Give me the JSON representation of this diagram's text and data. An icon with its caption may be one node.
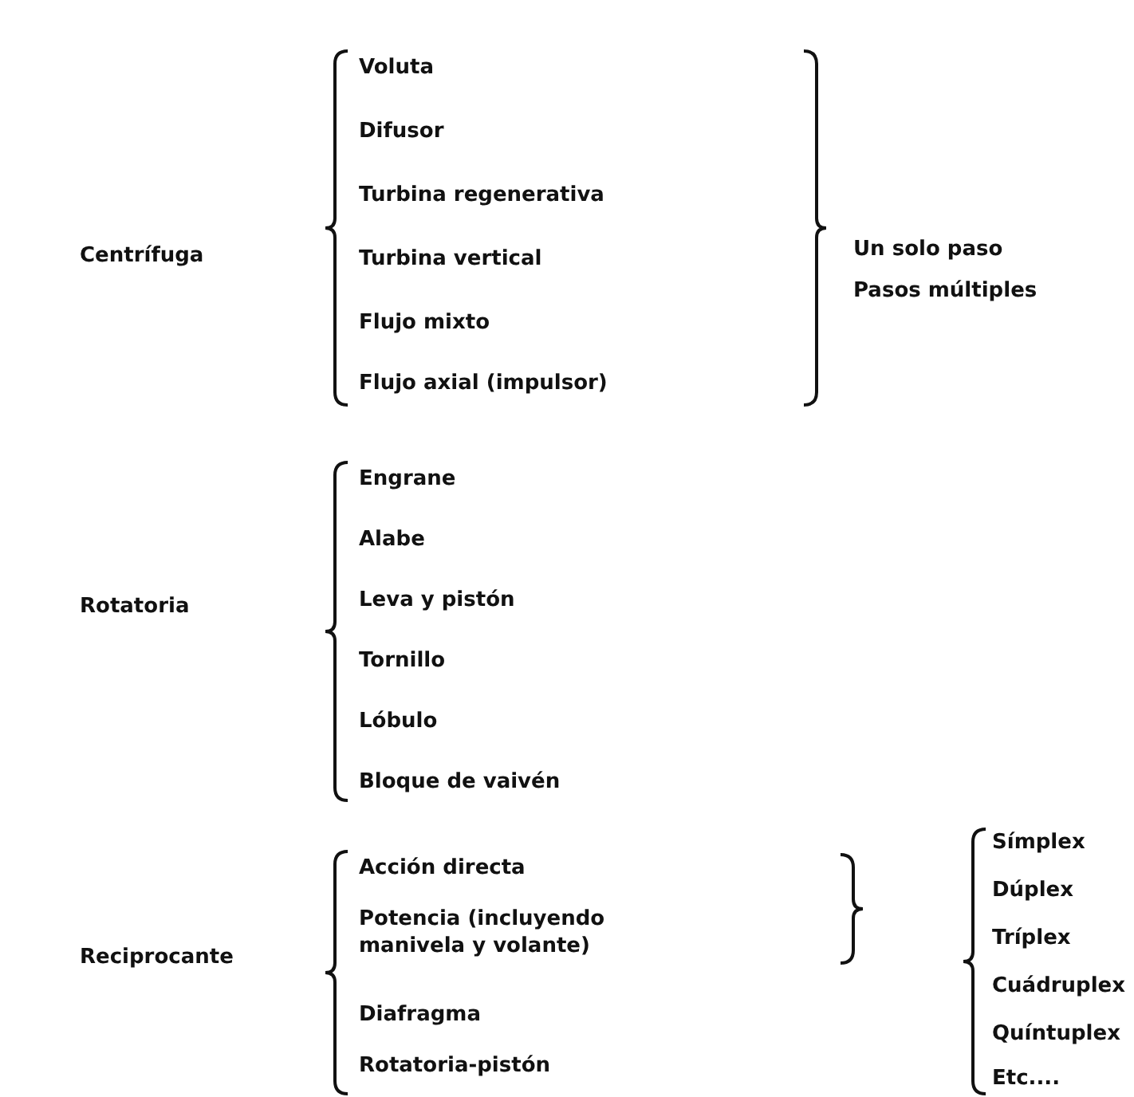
{
  "diagram": {
    "labels": [
      "Centrífuga",
      "Voluta",
      "Difusor",
      "Turbina regenerativa",
      "Turbina vertical",
      "Flujo mixto",
      "Flujo axial (impulsor)",
      "Un solo paso",
      "Pasos múltiples",
      "Rotatoria",
      "Engrane",
      "Alabe",
      "Leva y pistón",
      "Tornillo",
      "Lóbulo",
      "Bloque de vaivén",
      "Reciprocante",
      "Acción directa",
      "Potencia (incluyendo manivela y volante)",
      "Diafragma",
      "Rotatoria-pistón",
      "Símplex",
      "Dúplex",
      "Tríplex",
      "Cuádruplex",
      "Quíntuplex",
      "Etc...."
    ]
  }
}
